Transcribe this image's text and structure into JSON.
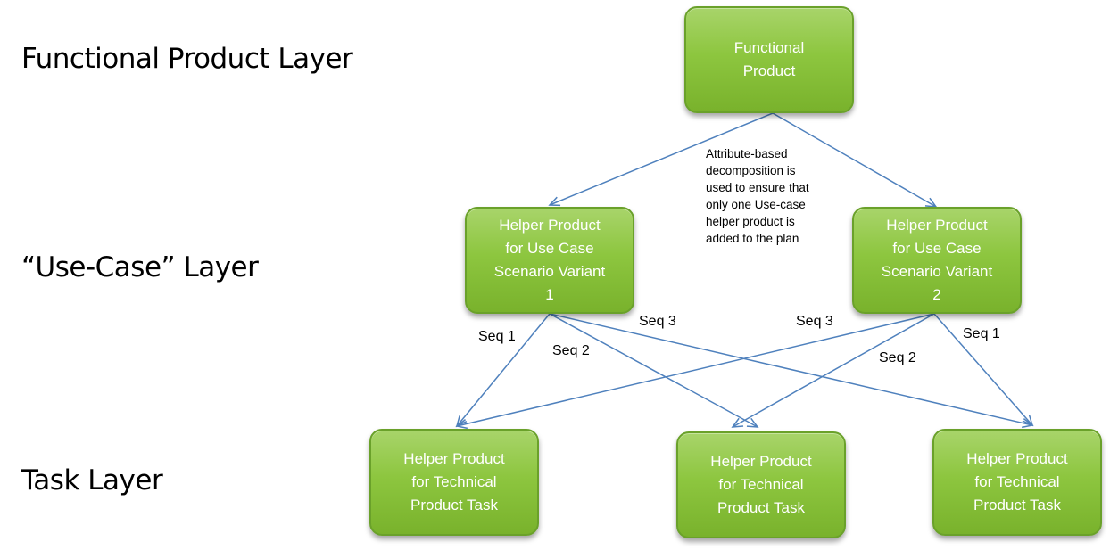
{
  "layers": {
    "functional": "Functional Product Layer",
    "usecase": "“Use-Case” Layer",
    "task": "Task Layer"
  },
  "nodes": {
    "functional_product": {
      "line1": "Functional",
      "line2": "Product"
    },
    "use_case_1": {
      "line1": "Helper Product",
      "line2": "for Use Case",
      "line3": "Scenario Variant",
      "line4": "1"
    },
    "use_case_2": {
      "line1": "Helper Product",
      "line2": "for Use Case",
      "line3": "Scenario Variant",
      "line4": "2"
    },
    "task_1": {
      "line1": "Helper Product",
      "line2": "for Technical",
      "line3": "Product Task"
    },
    "task_2": {
      "line1": "Helper Product",
      "line2": "for Technical",
      "line3": "Product Task"
    },
    "task_3": {
      "line1": "Helper Product",
      "line2": "for Technical",
      "line3": "Product Task"
    }
  },
  "note": {
    "line1": "Attribute-based",
    "line2": "decomposition is",
    "line3": "used to ensure that",
    "line4": "only one Use-case",
    "line5": "helper product is",
    "line6": "added to the plan"
  },
  "edge_labels": {
    "uc1_seq1": "Seq 1",
    "uc1_seq2": "Seq 2",
    "uc1_seq3": "Seq 3",
    "uc2_seq3": "Seq 3",
    "uc2_seq2": "Seq 2",
    "uc2_seq1": "Seq 1"
  },
  "colors": {
    "node_fill": "#8dc63f",
    "node_border": "#6aa12a",
    "edge": "#4f81bd"
  }
}
